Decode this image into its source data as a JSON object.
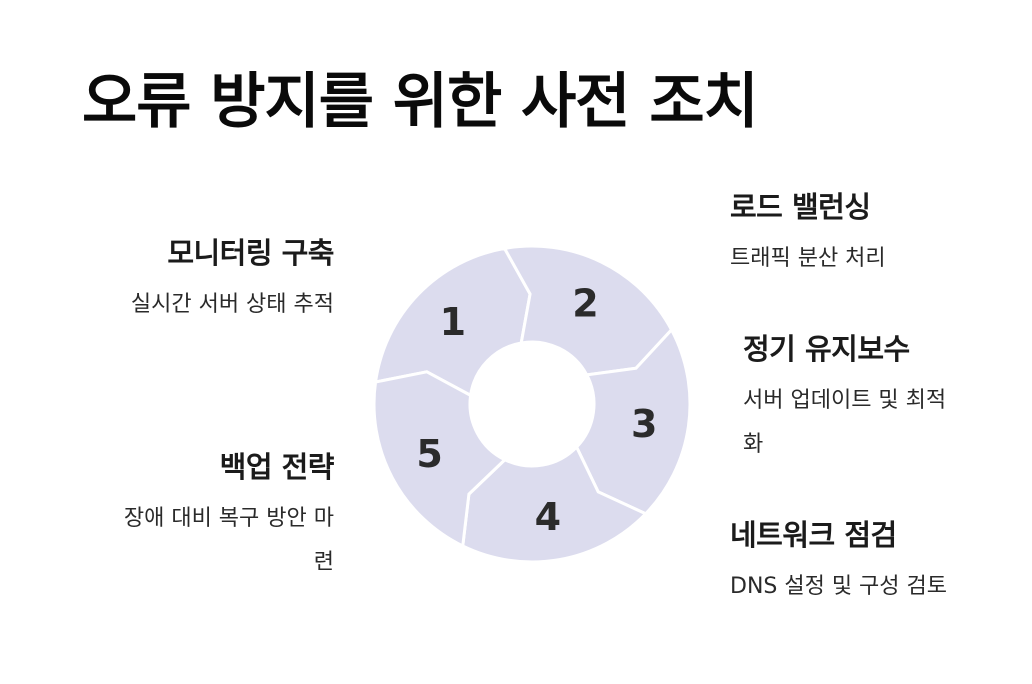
{
  "title": "오류 방지를 위한 사전 조치",
  "steps": [
    {
      "number": "1",
      "heading": "모니터링 구축",
      "desc_lines": [
        "실시간 서버 상태 추적"
      ]
    },
    {
      "number": "2",
      "heading": "로드 밸런싱",
      "desc_lines": [
        "트래픽 분산 처리"
      ]
    },
    {
      "number": "3",
      "heading": "정기 유지보수",
      "desc_lines": [
        "서버 업데이트 및 최적",
        "화"
      ]
    },
    {
      "number": "4",
      "heading": "네트워크 점검",
      "desc_lines": [
        "DNS 설정 및 구성 검토"
      ]
    },
    {
      "number": "5",
      "heading": "백업 전략",
      "desc_lines": [
        "장애 대비 복구 방안 마",
        "련"
      ]
    }
  ],
  "colors": {
    "segment_fill": "#dcdcee",
    "segment_outline": "#c9c9e0",
    "text": "#111111"
  }
}
